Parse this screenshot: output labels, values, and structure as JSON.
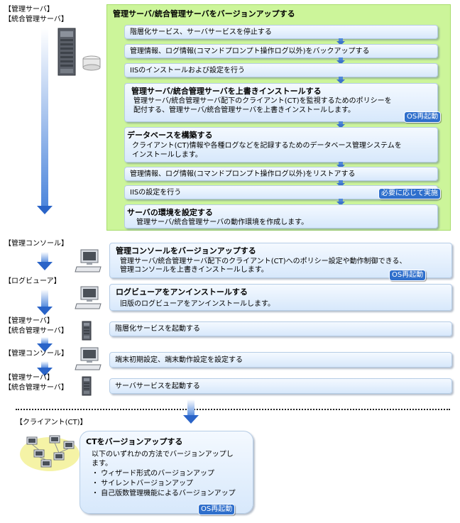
{
  "labels": {
    "top_left_1": "【管理サーバ】",
    "top_left_2": "【統合管理サーバ】",
    "console_1": "【管理コンソール】",
    "viewer": "【ログビューア】",
    "server_2a": "【管理サーバ】",
    "server_2b": "【統合管理サーバ】",
    "console_2": "【管理コンソール】",
    "server_3a": "【管理サーバ】",
    "server_3b": "【統合管理サーバ】",
    "client": "【クライアント(CT)】"
  },
  "server_panel": {
    "title": "管理サーバ/統合管理サーバをバージョンアップする",
    "steps": [
      {
        "text": "階層化サービス、サーバサービスを停止する"
      },
      {
        "text": "管理情報、ログ情報(コマンドプロンプト操作ログ以外)をバックアップする"
      },
      {
        "text": "IISのインストールおよび設定を行う"
      },
      {
        "title": "管理サーバ/統合管理サーバを上書きインストールする",
        "desc1": "管理サーバ/統合管理サーバ配下のクライアント(CT)を監視するためのポリシーを",
        "desc2": "配付する、管理サーバ/統合管理サーバを上書きインストールします。",
        "badge": "OS再起動"
      },
      {
        "title": "データベースを構築する",
        "desc1": "クライアント(CT)情報や各種ログなどを記録するためのデータベース管理システムを",
        "desc2": "インストールします。"
      },
      {
        "text": "管理情報、ログ情報(コマンドプロンプト操作ログ以外)をリストアする"
      },
      {
        "text": "IISの設定を行う",
        "badge": "必要に応じて実施"
      },
      {
        "title": "サーバの環境を設定する",
        "desc1": "管理サーバ/統合管理サーバの動作環境を作成します。"
      }
    ]
  },
  "console_step": {
    "title": "管理コンソールをバージョンアップする",
    "desc1": "管理サーバ/統合管理サーバ配下のクライアント(CT)へのポリシー設定や動作制御できる、",
    "desc2": "管理コンソールを上書きインストールします。",
    "badge": "OS再起動"
  },
  "viewer_step": {
    "title": "ログビューアをアンインストールする",
    "desc1": "旧版のログビューアをアンインストールします。"
  },
  "start_tier_step": {
    "text": "階層化サービスを起動する"
  },
  "terminal_step": {
    "text": "端末初期設定、端末動作設定を設定する"
  },
  "server_service_step": {
    "text": "サーバサービスを起動する"
  },
  "client_step": {
    "title": "CTをバージョンアップする",
    "desc1": "以下のいずれかの方法でバージョンアップし",
    "desc2": "ます。",
    "items": [
      "・ ウィザード形式のバージョンアップ",
      "・ サイレントバージョンアップ",
      "・ 自己版数管理機能によるバージョンアップ"
    ],
    "badge": "OS再起動"
  },
  "colors": {
    "panel_green": "#ccf59a",
    "step_blue": "#d7e8fb",
    "arrow_blue": "#2a64c8",
    "badge_blue": "#2f6fcc"
  }
}
